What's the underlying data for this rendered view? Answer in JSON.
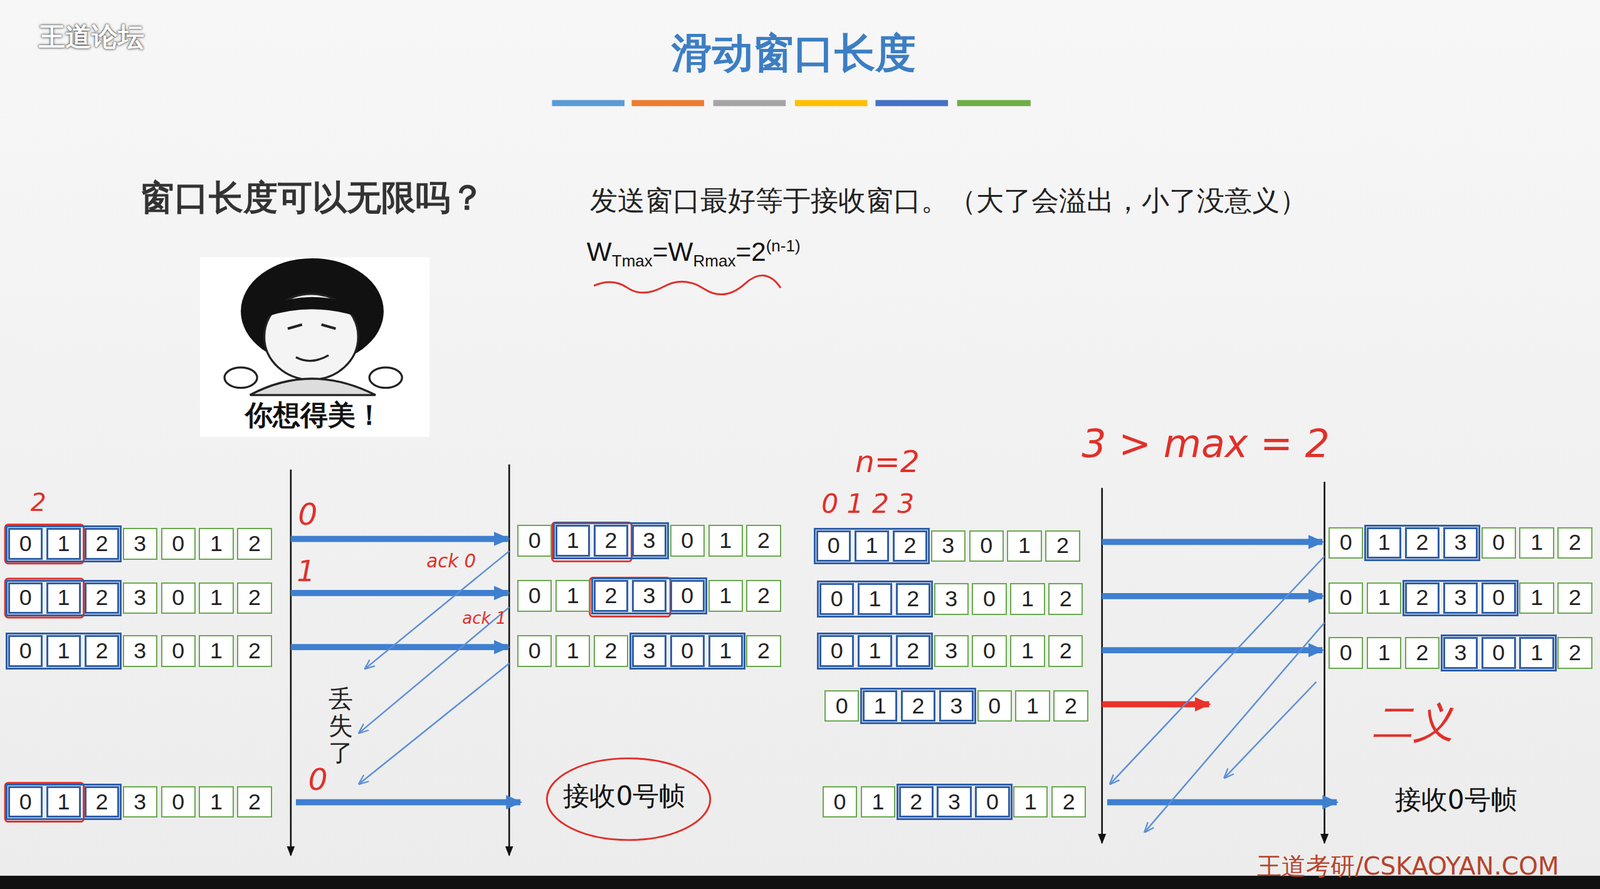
{
  "diagram": {
    "title": "滑动窗口长度",
    "nodes": [
      {
        "text": [
          "0"
        ]
      },
      {
        "text": [
          "1"
        ]
      },
      {
        "text": [
          "2"
        ]
      },
      {
        "text": [
          "3"
        ]
      },
      {
        "text": [
          "0"
        ]
      },
      {
        "text": [
          "1"
        ]
      },
      {
        "text": [
          "2"
        ]
      },
      {
        "text": [
          "0"
        ]
      },
      {
        "text": [
          "1"
        ]
      },
      {
        "text": [
          "2"
        ]
      },
      {
        "text": [
          "3"
        ]
      },
      {
        "text": [
          "0"
        ]
      },
      {
        "text": [
          "1"
        ]
      },
      {
        "text": [
          "2"
        ]
      },
      {
        "text": [
          "0"
        ]
      },
      {
        "text": [
          "1"
        ]
      },
      {
        "text": [
          "2"
        ]
      },
      {
        "text": [
          "3"
        ]
      },
      {
        "text": [
          "0"
        ]
      },
      {
        "text": [
          "1"
        ]
      },
      {
        "text": [
          "2"
        ]
      },
      {
        "text": [
          "0"
        ]
      },
      {
        "text": [
          "1"
        ]
      },
      {
        "text": [
          "2"
        ]
      },
      {
        "text": [
          "3"
        ]
      },
      {
        "text": [
          "0"
        ]
      },
      {
        "text": [
          "1"
        ]
      },
      {
        "text": [
          "2"
        ]
      },
      {
        "text": [
          "0"
        ]
      },
      {
        "text": [
          "1"
        ]
      },
      {
        "text": [
          "2"
        ]
      },
      {
        "text": [
          "3"
        ]
      },
      {
        "text": [
          "0"
        ]
      },
      {
        "text": [
          "1"
        ]
      },
      {
        "text": [
          "2"
        ]
      },
      {
        "text": [
          "0"
        ]
      },
      {
        "text": [
          "1"
        ]
      },
      {
        "text": [
          "2"
        ]
      },
      {
        "text": [
          "3"
        ]
      },
      {
        "text": [
          "0"
        ]
      },
      {
        "text": [
          "1"
        ]
      },
      {
        "text": [
          "2"
        ]
      },
      {
        "text": [
          "0"
        ]
      },
      {
        "text": [
          "1"
        ]
      },
      {
        "text": [
          "2"
        ]
      },
      {
        "text": [
          "3"
        ]
      },
      {
        "text": [
          "0"
        ]
      },
      {
        "text": [
          "1"
        ]
      },
      {
        "text": [
          "2"
        ]
      },
      {
        "text": [
          "0"
        ]
      },
      {
        "text": [
          "1"
        ]
      },
      {
        "text": [
          "2"
        ]
      },
      {
        "text": [
          "3"
        ]
      },
      {
        "text": [
          "0"
        ]
      },
      {
        "text": [
          "1"
        ]
      },
      {
        "text": [
          "2"
        ]
      },
      {
        "text": [
          "0"
        ]
      },
      {
        "text": [
          "1"
        ]
      },
      {
        "text": [
          "2"
        ]
      },
      {
        "text": [
          "3"
        ]
      },
      {
        "text": [
          "0"
        ]
      },
      {
        "text": [
          "1"
        ]
      },
      {
        "text": [
          "2"
        ]
      },
      {
        "text": [
          "0"
        ]
      },
      {
        "text": [
          "1"
        ]
      },
      {
        "text": [
          "2"
        ]
      },
      {
        "text": [
          "3"
        ]
      },
      {
        "text": [
          "0"
        ]
      },
      {
        "text": [
          "1"
        ]
      },
      {
        "text": [
          "2"
        ]
      },
      {
        "text": [
          "0"
        ]
      },
      {
        "text": [
          "1"
        ]
      },
      {
        "text": [
          "2"
        ]
      },
      {
        "text": [
          "3"
        ]
      },
      {
        "text": [
          "0"
        ]
      },
      {
        "text": [
          "1"
        ]
      },
      {
        "text": [
          "2"
        ]
      },
      {
        "text": [
          "0"
        ]
      },
      {
        "text": [
          "1"
        ]
      },
      {
        "text": [
          "2"
        ]
      },
      {
        "text": [
          "3"
        ]
      },
      {
        "text": [
          "0"
        ]
      },
      {
        "text": [
          "1"
        ]
      },
      {
        "text": [
          "2"
        ]
      },
      {
        "text": [
          "0"
        ]
      },
      {
        "text": [
          "1"
        ]
      },
      {
        "text": [
          "2"
        ]
      },
      {
        "text": [
          "3"
        ]
      },
      {
        "text": [
          "0"
        ]
      },
      {
        "text": [
          "1"
        ]
      },
      {
        "text": [
          "2"
        ]
      },
      {
        "text": [
          "0"
        ]
      },
      {
        "text": [
          "1"
        ]
      },
      {
        "text": [
          "2"
        ]
      },
      {
        "text": [
          "3"
        ]
      },
      {
        "text": [
          "0"
        ]
      },
      {
        "text": [
          "1"
        ]
      },
      {
        "text": [
          "2"
        ]
      },
      {
        "text": [
          "0"
        ]
      },
      {
        "text": [
          "1"
        ]
      },
      {
        "text": [
          "2"
        ]
      },
      {
        "text": [
          "3"
        ]
      },
      {
        "text": [
          "0"
        ]
      },
      {
        "text": [
          "1"
        ]
      },
      {
        "text": [
          "2"
        ]
      }
    ],
    "labels": [
      "王道论坛",
      "窗口长度可以无限吗？",
      "发送窗口最好等于接收窗口。（大了会溢出，小了没意义）",
      "W",
      "Tmax",
      "=W",
      "Rmax",
      "=2",
      "(n-1)",
      "你想得美！",
      "2",
      "0",
      "ack 0",
      "1",
      "ack 1",
      "丢失了",
      "接收0号帧",
      "0",
      "n=2",
      "0 1 2 3",
      "3 > max = 2",
      "二义",
      "接收0号帧",
      "王道考研/CSKAOYAN.COM"
    ]
  }
}
